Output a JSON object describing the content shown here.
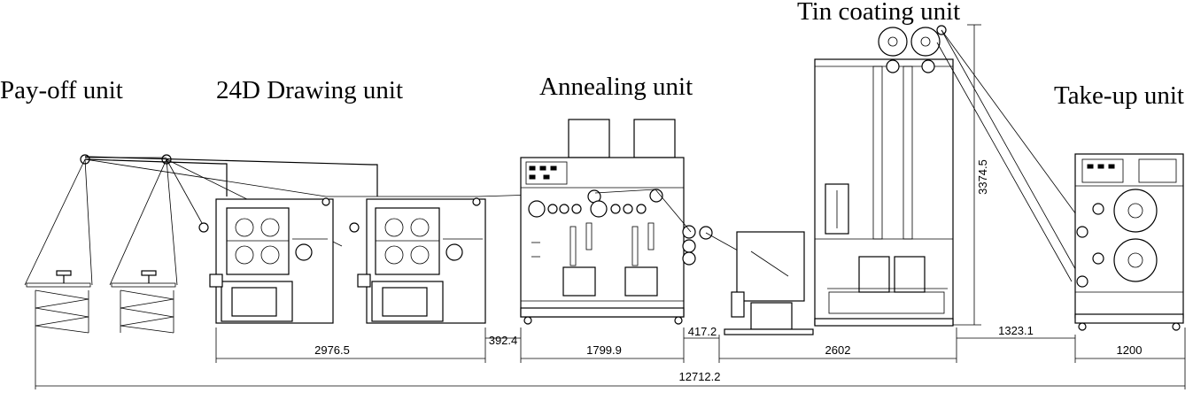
{
  "labels": {
    "payoff": "Pay-off  unit",
    "drawing": "24D Drawing unit",
    "annealing": "Annealing unit",
    "tin": "Tin coating unit",
    "takeup": "Take-up unit"
  },
  "dimensions": {
    "drawing_width": "2976.5",
    "gap_1": "392.4",
    "annealing_width": "1799.9",
    "gap_2": "417.2",
    "tin_width": "2602",
    "gap_3": "1323.1",
    "takeup_width": "1200",
    "total_length": "12712.2",
    "tin_height": "3374.5"
  }
}
